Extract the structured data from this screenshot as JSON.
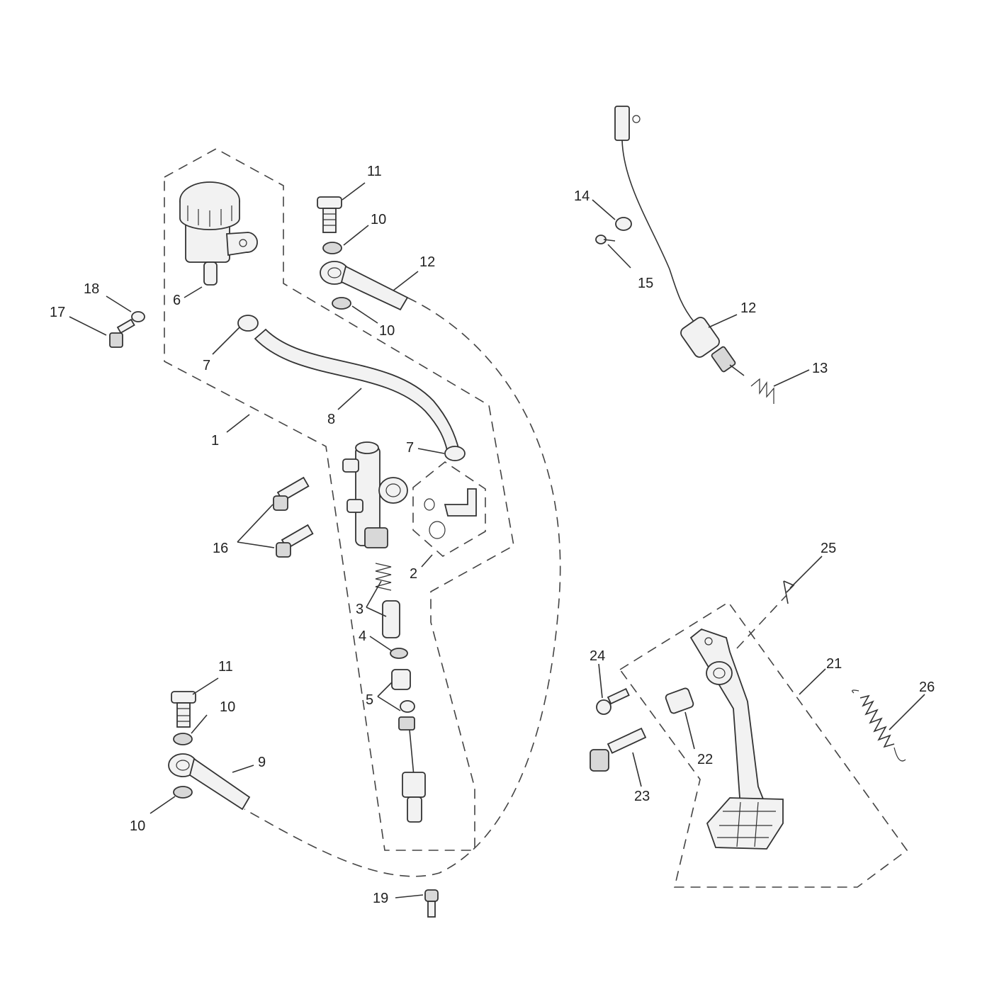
{
  "callouts": {
    "c1": "1",
    "c2": "2",
    "c3": "3",
    "c4": "4",
    "c5": "5",
    "c6": "6",
    "c7a": "7",
    "c7b": "7",
    "c8": "8",
    "c9": "9",
    "c10a": "10",
    "c10b": "10",
    "c10c": "10",
    "c10d": "10",
    "c11a": "11",
    "c11b": "11",
    "c12a": "12",
    "c12b": "12",
    "c13": "13",
    "c14": "14",
    "c15": "15",
    "c16": "16",
    "c17": "17",
    "c18": "18",
    "c19": "19",
    "c21": "21",
    "c22": "22",
    "c23": "23",
    "c24": "24",
    "c25": "25",
    "c26": "26"
  }
}
